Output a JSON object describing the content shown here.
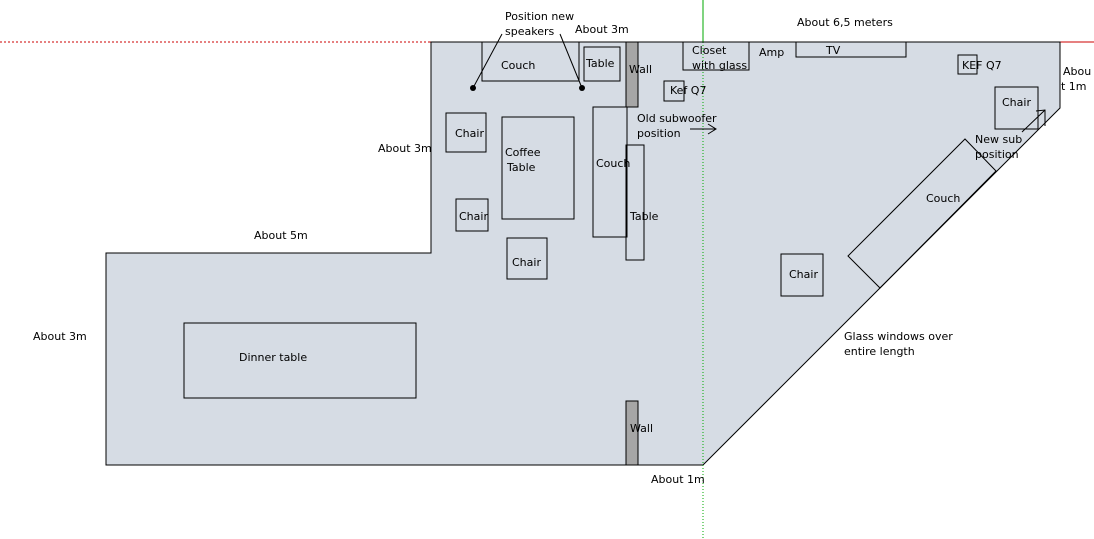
{
  "colors": {
    "floor": "#d6dce4",
    "outline": "#000000",
    "wall": "#a6a6a6",
    "redAxis": "#cc0000",
    "greenAxis": "#00aa00"
  },
  "labels": {
    "position_new_speakers_1": "Position new",
    "position_new_speakers_2": "speakers",
    "about_3m_top": "About 3m",
    "about_65_meters": "About 6,5 meters",
    "about_1m_right_1": "Abou",
    "about_1m_right_2": "t 1m",
    "about_3m_mid": "About 3m",
    "about_5m": "About 5m",
    "about_3m_left": "About 3m",
    "about_1m_bottom": "About 1m",
    "glass_windows_1": "Glass windows over",
    "glass_windows_2": "entire length",
    "old_sub_1": "Old subwoofer",
    "old_sub_2": "position",
    "new_sub_1": "New sub",
    "new_sub_2": "position"
  },
  "furniture": {
    "couch_top": "Couch",
    "table_top": "Table",
    "wall_top": "Wall",
    "closet_1": "Closet",
    "closet_2": "with glass",
    "amp": "Amp",
    "tv": "TV",
    "kef_left": "Kef Q7",
    "kef_right": "KEF Q7",
    "chair_right": "Chair",
    "chair_1": "Chair",
    "coffee_table_1": "Coffee",
    "coffee_table_2": "Table",
    "couch_mid": "Couch",
    "table_mid": "Table",
    "chair_2": "Chair",
    "chair_3": "Chair",
    "couch_diag": "Couch",
    "chair_4": "Chair",
    "dinner_table": "Dinner table",
    "wall_bottom": "Wall"
  }
}
